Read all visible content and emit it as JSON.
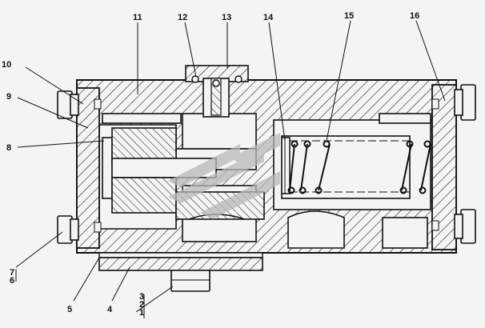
{
  "diagram": {
    "type": "mechanical-cross-section",
    "colors": {
      "line": "#111111",
      "hatch": "#111111",
      "watermark": "#b9b9b9",
      "background": "#f4f4f4"
    },
    "callouts": [
      {
        "id": "c1",
        "text": "1"
      },
      {
        "id": "c2",
        "text": "2"
      },
      {
        "id": "c3",
        "text": "3"
      },
      {
        "id": "c4",
        "text": "4"
      },
      {
        "id": "c5",
        "text": "5"
      },
      {
        "id": "c6",
        "text": "6"
      },
      {
        "id": "c7",
        "text": "7"
      },
      {
        "id": "c8",
        "text": "8"
      },
      {
        "id": "c9",
        "text": "9"
      },
      {
        "id": "c10",
        "text": "10"
      },
      {
        "id": "c11",
        "text": "11"
      },
      {
        "id": "c12",
        "text": "12"
      },
      {
        "id": "c13",
        "text": "13"
      },
      {
        "id": "c14",
        "text": "14"
      },
      {
        "id": "c15",
        "text": "15"
      },
      {
        "id": "c16",
        "text": "16"
      }
    ]
  }
}
